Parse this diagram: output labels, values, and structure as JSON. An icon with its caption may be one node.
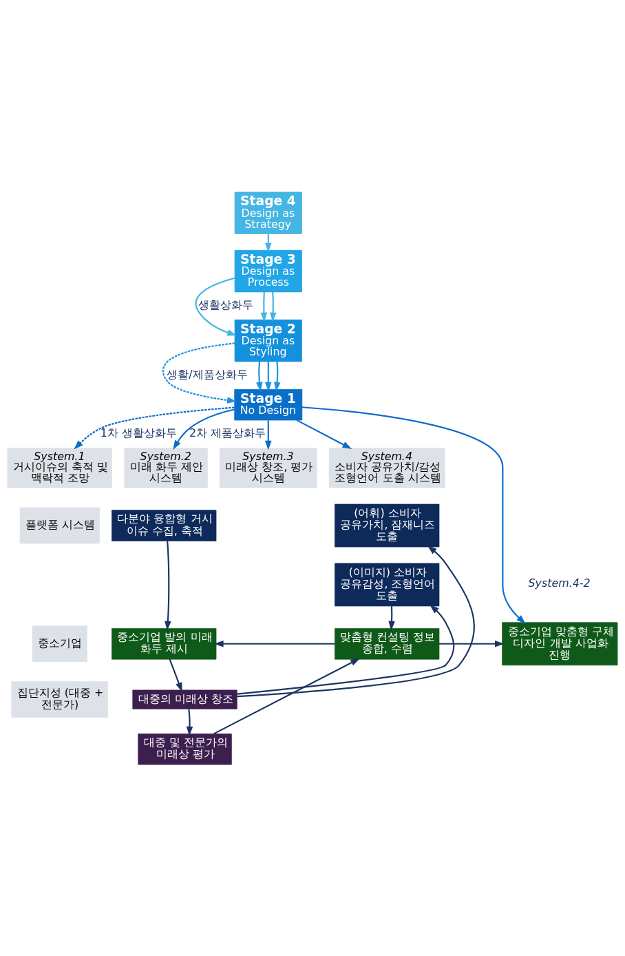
{
  "diagram": {
    "nodes": [
      {
        "text": [
          "Stage 4",
          "Design as Strategy"
        ]
      },
      {
        "text": [
          "Stage 3",
          "Design as Process"
        ]
      },
      {
        "text": [
          "Stage 2",
          "Design as Styling"
        ]
      },
      {
        "text": [
          "Stage 1",
          "No Design"
        ]
      },
      {
        "text": [
          "System.1",
          "거시이슈의 축적 및 맥락적 조망"
        ]
      },
      {
        "text": [
          "System.2",
          "미래 화두 제안 시스템"
        ]
      },
      {
        "text": [
          "System.3",
          "미래상 창조, 평가 시스템"
        ]
      },
      {
        "text": [
          "System.4",
          "소비자 공유가치/감성 조형언어 도출 시스템"
        ]
      },
      {
        "text": [
          "플랫폼 시스템"
        ]
      },
      {
        "text": [
          "다분야 융합형 거시 이슈 수집, 축적"
        ]
      },
      {
        "text": [
          "(어휘) 소비자 공유가치, 잠재니즈 도출"
        ]
      },
      {
        "text": [
          "(이미지) 소비자 공유감성, 조형언어 도출"
        ]
      },
      {
        "text": [
          "중소기업"
        ]
      },
      {
        "text": [
          "중소기업 발의 미래 화두 제시"
        ]
      },
      {
        "text": [
          "맞춤형 컨설팅 정보 종합, 수렴"
        ]
      },
      {
        "text": [
          "중소기업 맞춤형 구체 디자인 개발 사업화 진행"
        ],
        "beside": [
          "System.4-2"
        ]
      },
      {
        "text": [
          "집단지성 (대중 + 전문가)"
        ]
      },
      {
        "text": [
          "대중의 미래상 창조"
        ]
      },
      {
        "text": [
          "대중 및 전문가의 미래상 평가"
        ]
      }
    ],
    "edges": [
      {
        "from": 0,
        "to": 1,
        "arrow": "to",
        "color": "#45b5e3"
      },
      {
        "from": 1,
        "to": 2,
        "arrow": "to",
        "label": "생활상화두",
        "color": "#45b5e3"
      },
      {
        "from": 1,
        "to": 2,
        "arrow": "to",
        "color": "#45b5e3"
      },
      {
        "from": 1,
        "to": 2,
        "arrow": "to",
        "color": "#45b5e3"
      },
      {
        "from": 2,
        "to": 3,
        "arrow": "to",
        "label": "생활/제품상화두",
        "style": "dashed",
        "color": "#1c93e0"
      },
      {
        "from": 2,
        "to": 3,
        "arrow": "to",
        "color": "#1c93e0"
      },
      {
        "from": 2,
        "to": 3,
        "arrow": "to",
        "color": "#1c93e0"
      },
      {
        "from": 2,
        "to": 3,
        "arrow": "to",
        "color": "#1c93e0"
      },
      {
        "from": 3,
        "to": 4,
        "arrow": "to",
        "label": "1차 생활상화두",
        "style": "dashed",
        "color": "#0d6ccb"
      },
      {
        "from": 3,
        "to": 5,
        "arrow": "to",
        "label": "2차 제품상화두",
        "color": "#0d6ccb"
      },
      {
        "from": 3,
        "to": 6,
        "arrow": "to",
        "color": "#0d6ccb"
      },
      {
        "from": 3,
        "to": 7,
        "arrow": "to",
        "color": "#0d6ccb"
      },
      {
        "from": 3,
        "to": 15,
        "arrow": "to",
        "color": "#0d6ccb"
      },
      {
        "from": 9,
        "to": 13,
        "arrow": "to",
        "color": "#1c3464"
      },
      {
        "from": 13,
        "to": 17,
        "arrow": "to",
        "color": "#1c3464"
      },
      {
        "from": 17,
        "to": 10,
        "arrow": "to",
        "color": "#1c3464"
      },
      {
        "from": 17,
        "to": 11,
        "arrow": "to",
        "color": "#1c3464"
      },
      {
        "from": 17,
        "to": 18,
        "arrow": "to",
        "color": "#1c3464"
      },
      {
        "from": 18,
        "to": 14,
        "arrow": "to",
        "color": "#1c3464"
      },
      {
        "from": 11,
        "to": 14,
        "arrow": "to",
        "color": "#1c3464"
      },
      {
        "from": 14,
        "to": 13,
        "arrow": "to",
        "color": "#1c3464"
      },
      {
        "from": 14,
        "to": 15,
        "arrow": "to",
        "color": "#1c3464"
      }
    ]
  }
}
